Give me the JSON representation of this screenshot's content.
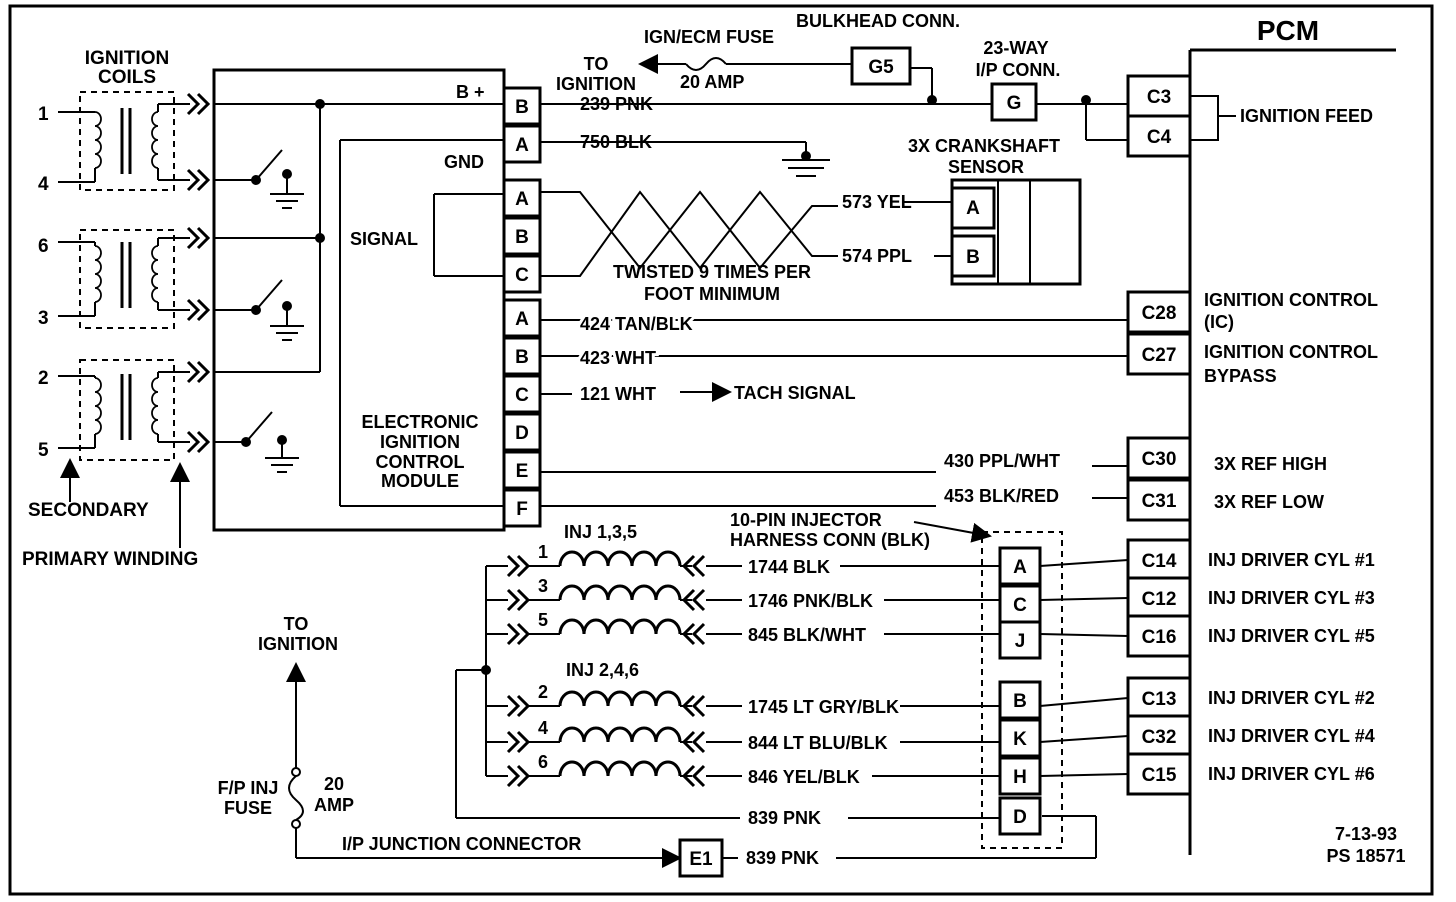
{
  "title": "PCM",
  "ignition_coils": {
    "label_line1": "IGNITION",
    "label_line2": "COILS",
    "terminals": [
      "1",
      "4",
      "6",
      "3",
      "2",
      "5"
    ],
    "secondary_label": "SECONDARY",
    "primary_label": "PRIMARY WINDING"
  },
  "module": {
    "bplus": "B +",
    "gnd": "GND",
    "signal": "SIGNAL",
    "name_lines": [
      "ELECTRONIC",
      "IGNITION",
      "CONTROL",
      "MODULE"
    ],
    "pins_top": [
      "B",
      "A"
    ],
    "pins_signal": [
      "A",
      "B",
      "C"
    ],
    "pins_bottom": [
      "A",
      "B",
      "C",
      "D",
      "E",
      "F"
    ]
  },
  "top": {
    "ign_ecm_fuse": "IGN/ECM FUSE",
    "fuse_amp": "20 AMP",
    "to_ignition_line1": "TO",
    "to_ignition_line2": "IGNITION",
    "bulkhead": "BULKHEAD CONN.",
    "g5": "G5",
    "ip_conn_line1": "23-WAY",
    "ip_conn_line2": "I/P  CONN.",
    "g": "G",
    "wire_239": "239 PNK",
    "wire_750": "750  BLK",
    "ignition_feed": "IGNITION FEED"
  },
  "crank": {
    "label_line1": "3X CRANKSHAFT",
    "label_line2": "SENSOR",
    "wire_573": "573 YEL",
    "wire_574": "574 PPL",
    "pin_a": "A",
    "pin_b": "B",
    "twisted_line1": "TWISTED 9 TIMES PER",
    "twisted_line2": "FOOT MINIMUM"
  },
  "wires": {
    "w424": "424 TAN/BLK",
    "w423": "423 WHT",
    "w121": "121 WHT",
    "tach": "TACH SIGNAL",
    "w430": "430 PPL/WHT",
    "w453": "453 BLK/RED"
  },
  "pcm_pins": {
    "c3": "C3",
    "c4": "C4",
    "c28": "C28",
    "c27": "C27",
    "c30": "C30",
    "c31": "C31",
    "c14": "C14",
    "c12": "C12",
    "c16": "C16",
    "c13": "C13",
    "c32": "C32",
    "c15": "C15"
  },
  "pcm_labels": {
    "ic_line1": "IGNITION CONTROL",
    "ic_line2": "(IC)",
    "bypass_line1": "IGNITION CONTROL",
    "bypass_line2": "BYPASS",
    "ref_high": "3X REF HIGH",
    "ref_low": "3X REF LOW",
    "cyl1": "INJ DRIVER CYL #1",
    "cyl3": "INJ DRIVER CYL #3",
    "cyl5": "INJ DRIVER CYL #5",
    "cyl2": "INJ DRIVER CYL #2",
    "cyl4": "INJ DRIVER CYL #4",
    "cyl6": "INJ DRIVER CYL #6"
  },
  "injectors": {
    "group1": "INJ 1,3,5",
    "group2": "INJ 2,4,6",
    "numbers": [
      "1",
      "3",
      "5",
      "2",
      "4",
      "6"
    ],
    "harness_line1": "10-PIN INJECTOR",
    "harness_line2": "HARNESS CONN (BLK)",
    "harness_pins": [
      "A",
      "C",
      "J",
      "B",
      "K",
      "H",
      "D"
    ],
    "wires": [
      "1744 BLK",
      "1746 PNK/BLK",
      "845 BLK/WHT",
      "1745 LT GRY/BLK",
      "844 LT BLU/BLK",
      "846 YEL/BLK",
      "839 PNK"
    ]
  },
  "bottom": {
    "to_ignition_line1": "TO",
    "to_ignition_line2": "IGNITION",
    "fp_line1": "F/P INJ",
    "fp_line2": "FUSE",
    "amp_line1": "20",
    "amp_line2": "AMP",
    "ip_junction": "I/P JUNCTION CONNECTOR",
    "e1": "E1",
    "wire_839": "839 PNK"
  },
  "footer": {
    "date": "7-13-93",
    "code": "PS 18571"
  }
}
